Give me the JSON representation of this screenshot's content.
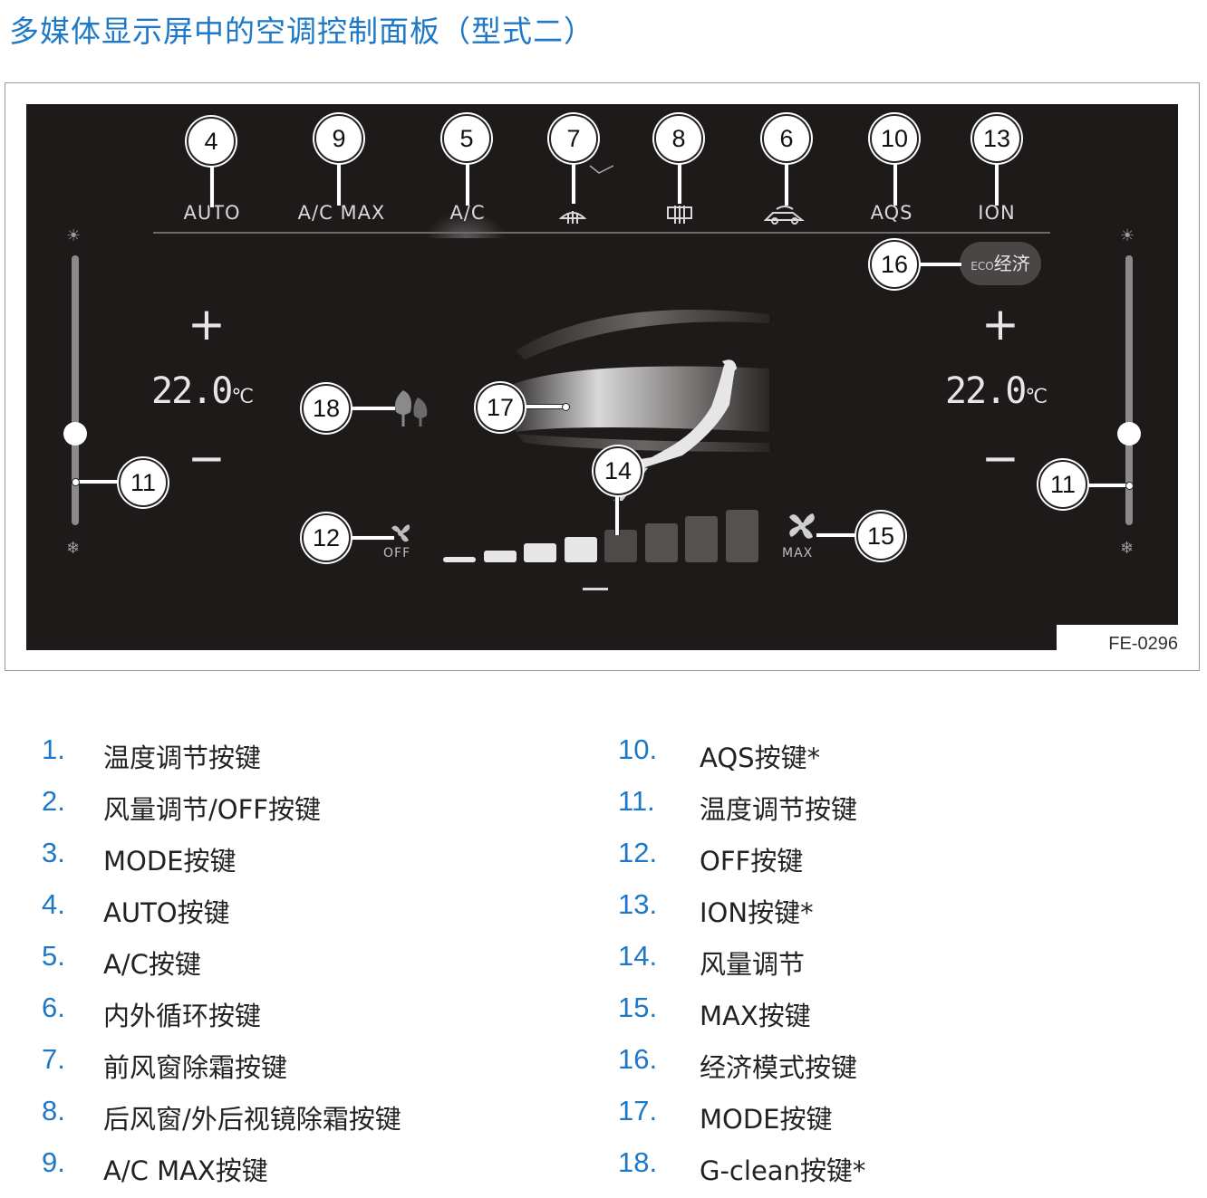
{
  "title": "多媒体显示屏中的空调控制面板（型式二）",
  "figure_code": "FE-0296",
  "screen": {
    "buttons": [
      {
        "label": "AUTO",
        "callout": "4"
      },
      {
        "label": "A/C MAX",
        "callout": "9"
      },
      {
        "label": "A/C",
        "callout": "5"
      },
      {
        "label": "",
        "callout": "7"
      },
      {
        "label": "",
        "callout": "8"
      },
      {
        "label": "",
        "callout": "6"
      },
      {
        "label": "AQS",
        "callout": "10"
      },
      {
        "label": "ION",
        "callout": "13"
      }
    ],
    "eco_label": "经济",
    "eco_small": "ECO",
    "left_temp": "22.0",
    "right_temp": "22.0",
    "temp_unit": "℃",
    "plus": "+",
    "minus": "−",
    "fan_off_label": "OFF",
    "fan_max_label": "MAX",
    "fan_level": 5,
    "fan_levels_total": 8,
    "callouts": {
      "left_slider": "11",
      "right_slider": "11",
      "eco": "16",
      "gclean": "18",
      "mode": "17",
      "fan_speed": "14",
      "off": "12",
      "max": "15"
    },
    "colors": {
      "screen_bg": "#1e1a1a",
      "title_blue": "#1e78c8"
    }
  },
  "legend_left": [
    {
      "num": "1.",
      "text": "温度调节按键"
    },
    {
      "num": "2.",
      "text": "风量调节/OFF按键"
    },
    {
      "num": "3.",
      "text": "MODE按键"
    },
    {
      "num": "4.",
      "text": "AUTO按键"
    },
    {
      "num": "5.",
      "text": "A/C按键"
    },
    {
      "num": "6.",
      "text": "内外循环按键"
    },
    {
      "num": "7.",
      "text": "前风窗除霜按键"
    },
    {
      "num": "8.",
      "text": "后风窗/外后视镜除霜按键"
    },
    {
      "num": "9.",
      "text": "A/C MAX按键"
    }
  ],
  "legend_right": [
    {
      "num": "10.",
      "text": "AQS按键*"
    },
    {
      "num": "11.",
      "text": "温度调节按键"
    },
    {
      "num": "12.",
      "text": "OFF按键"
    },
    {
      "num": "13.",
      "text": "ION按键*"
    },
    {
      "num": "14.",
      "text": "风量调节"
    },
    {
      "num": "15.",
      "text": "MAX按键"
    },
    {
      "num": "16.",
      "text": "经济模式按键"
    },
    {
      "num": "17.",
      "text": "MODE按键"
    },
    {
      "num": "18.",
      "text": "G-clean按键*"
    }
  ]
}
